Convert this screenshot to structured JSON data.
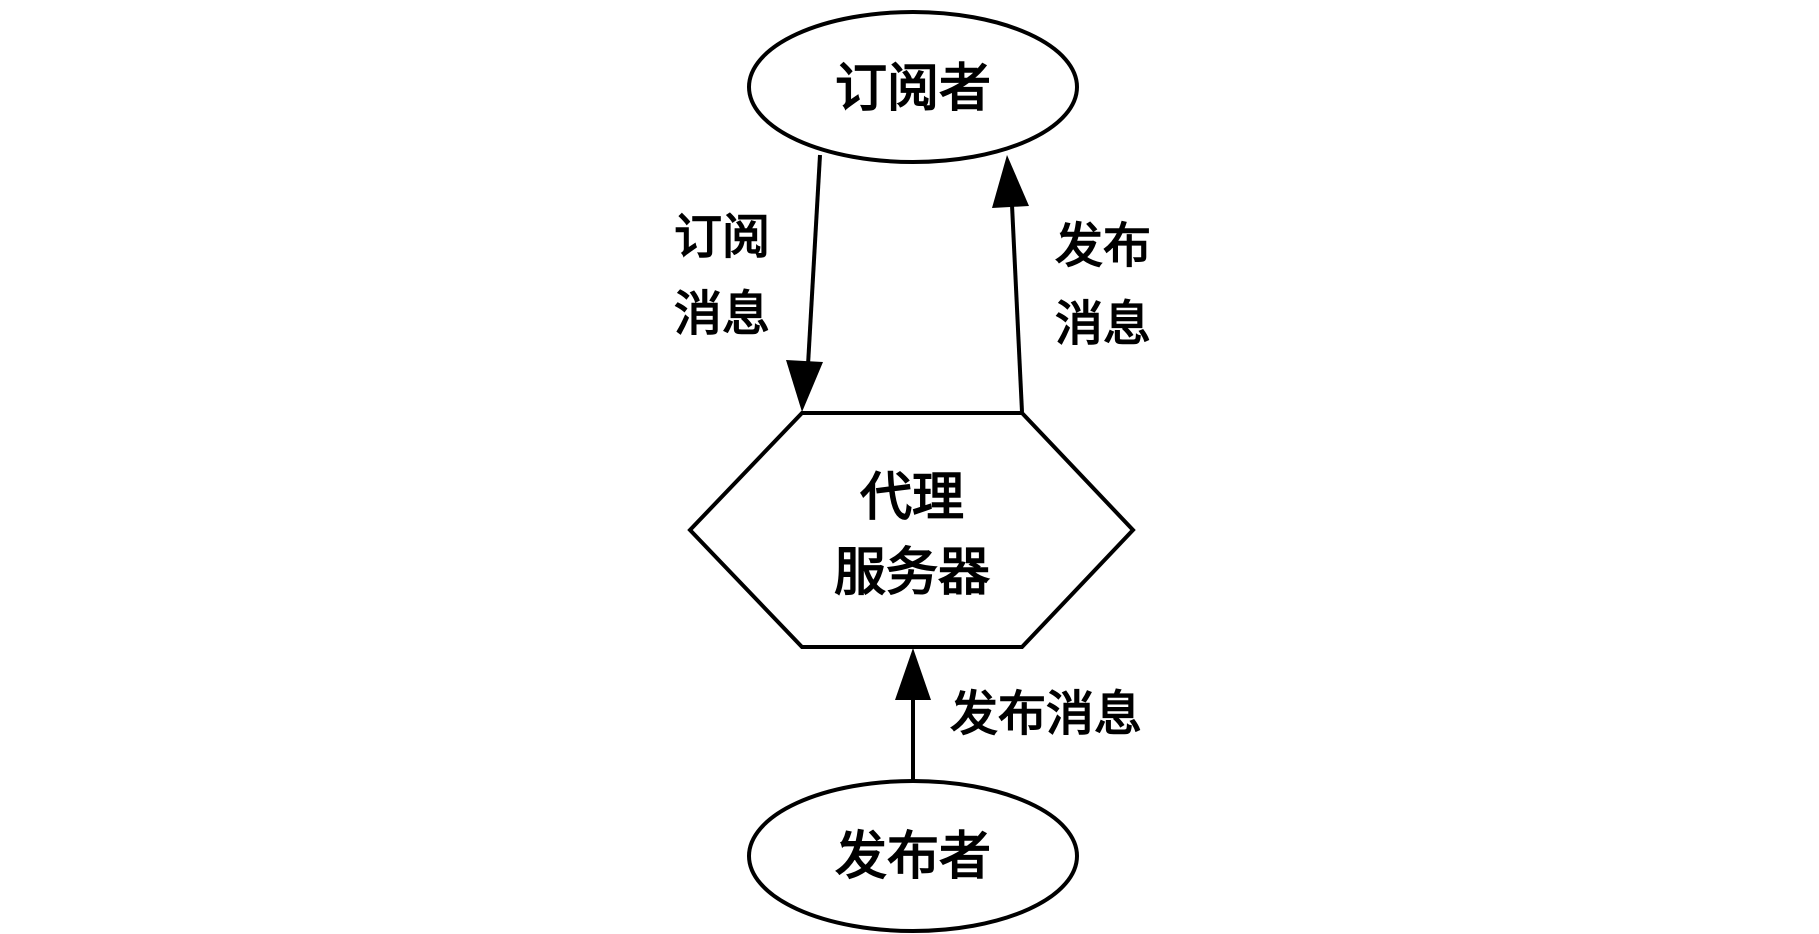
{
  "nodes": {
    "subscriber": {
      "label": "订阅者"
    },
    "broker": {
      "label_line1": "代理",
      "label_line2": "服务器"
    },
    "publisher": {
      "label": "发布者"
    }
  },
  "edges": {
    "subscribe": {
      "label_line1": "订阅",
      "label_line2": "消息"
    },
    "publish_to_subscriber": {
      "label_line1": "发布",
      "label_line2": "消息"
    },
    "publish_to_broker": {
      "label": "发布消息"
    }
  },
  "colors": {
    "stroke": "#000000",
    "background": "#ffffff"
  }
}
